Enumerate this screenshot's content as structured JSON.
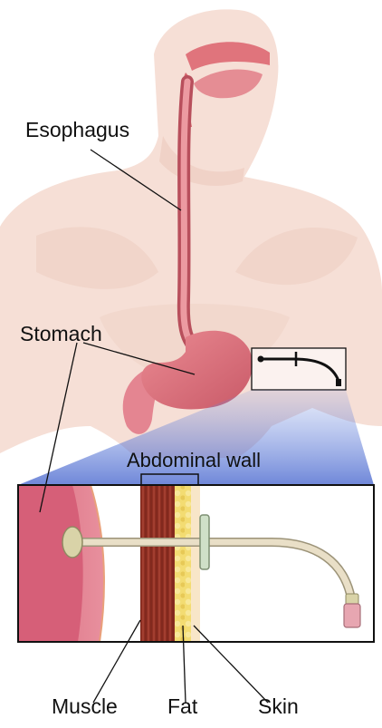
{
  "labels": {
    "esophagus": "Esophagus",
    "stomach": "Stomach",
    "abdominal_wall": "Abdominal wall",
    "muscle": "Muscle",
    "fat": "Fat",
    "skin": "Skin"
  },
  "colors": {
    "body": "#f6dfd6",
    "body_shade": "#eccabd",
    "organ": "#e0747c",
    "organ_dark": "#b84f5c",
    "muscle": "#8e2f22",
    "fat": "#f3dc72",
    "skin": "#f8e6c8",
    "tube": "#e9dfc7",
    "tube_edge": "#9c9378",
    "connector": "#e7a6b1",
    "zoom": "#5b79d6",
    "leader": "#111111"
  }
}
